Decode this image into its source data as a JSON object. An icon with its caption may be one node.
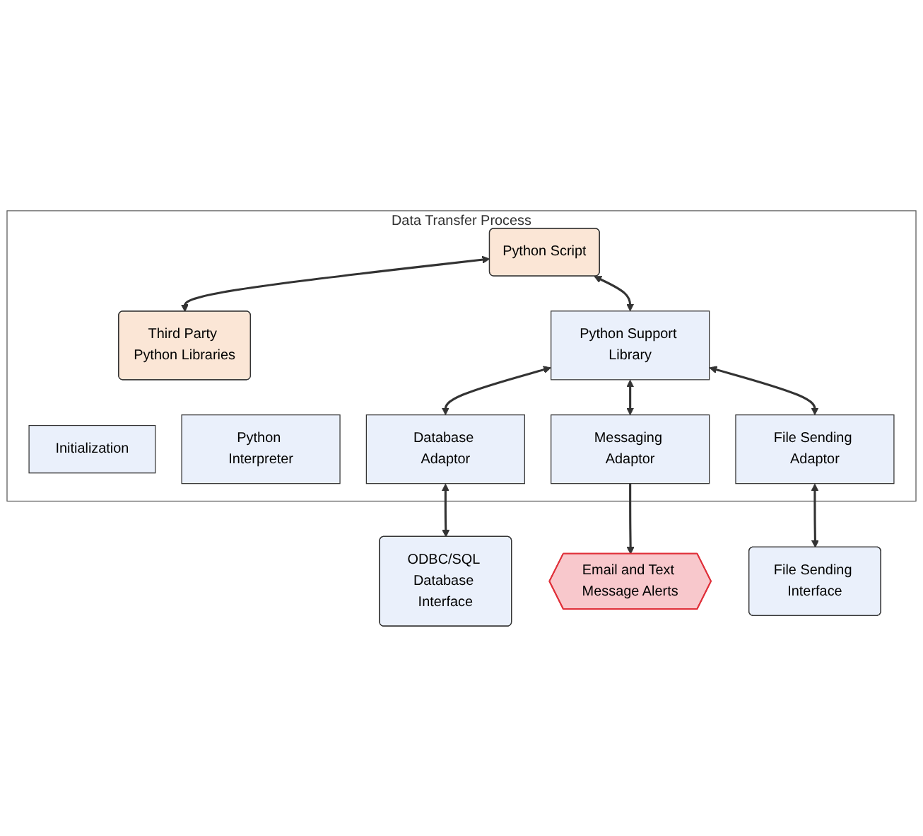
{
  "diagram": {
    "nodes": [
      {
        "text": [
          "Data Transfer Process"
        ]
      },
      {
        "text": [
          "Python Script"
        ],
        "in": 0
      },
      {
        "text": [
          "Third Party Python Libraries"
        ],
        "in": 0
      },
      {
        "text": [
          "Initialization"
        ],
        "in": 0
      },
      {
        "text": [
          "Python Support Library"
        ],
        "in": 0
      },
      {
        "text": [
          "Python Interpreter"
        ],
        "in": 0
      },
      {
        "text": [
          "Database Adaptor"
        ],
        "in": 0
      },
      {
        "text": [
          "Messaging Adaptor"
        ],
        "in": 0
      },
      {
        "text": [
          "File Sending Adaptor"
        ],
        "in": 0
      },
      {
        "text": [
          "ODBC/SQL Database Interface"
        ]
      },
      {
        "text": [
          "Email and Text Message Alerts"
        ]
      },
      {
        "text": [
          "File Sending Interface"
        ]
      }
    ],
    "edges": [
      {
        "from": 1,
        "to": 2,
        "arrow": "both"
      },
      {
        "from": 1,
        "to": 4,
        "arrow": "both"
      },
      {
        "from": 4,
        "to": 6,
        "arrow": "both"
      },
      {
        "from": 4,
        "to": 7,
        "arrow": "both"
      },
      {
        "from": 4,
        "to": 8,
        "arrow": "both"
      },
      {
        "from": 6,
        "to": 9,
        "arrow": "both"
      },
      {
        "from": 7,
        "to": 10,
        "arrow": "to"
      },
      {
        "from": 8,
        "to": 11,
        "arrow": "both"
      }
    ]
  }
}
